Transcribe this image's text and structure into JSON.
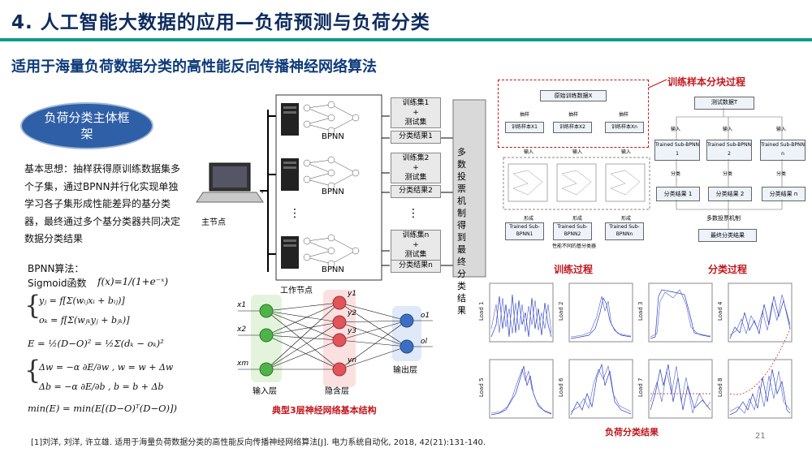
{
  "header": {
    "title": "4. 人工智能大数据的应用—负荷预测与负荷分类",
    "subtitle": "适用于海量负荷数据分类的高性能反向传播神经网络算法"
  },
  "left": {
    "oval_label": "负荷分类主体框架",
    "idea_text": "基本思想：抽样获得原训练数据集多个子集，通过BPNN并行化实现单独学习各子集形成性能差异的基分类器，最终通过多个基分类器共同决定数据分类结果",
    "bpnn_label": "BPNN算法：",
    "sigmoid_label": "Sigmoid函数",
    "sigmoid_formula": "f(x)=1/(1+e⁻ˣ)",
    "eq_y": "yⱼ = f[Σ(wᵢⱼxᵢ + bᵢⱼ)]",
    "eq_o": "oₖ = f[Σ(wⱼₖyⱼ + bⱼₖ)]",
    "eq_E": "E = ½(D−O)² = ½Σ(dₖ − oₖ)²",
    "eq_dw": "Δw = −α ∂E/∂w ,  w = w + Δw",
    "eq_db": "Δb = −α ∂E/∂b ,  b = b + Δb",
    "eq_min": "min(E) = min(E[(D−O)ᵀ(D−O)])"
  },
  "center": {
    "host_label": "主节点",
    "work_label": "工作节点",
    "bpnn": [
      "BPNN",
      "BPNN",
      "BPNN"
    ],
    "train_sets": [
      "训练集1\n+\n测试集",
      "训练集2\n+\n测试集",
      "训练集n\n+\n测试集"
    ],
    "results": [
      "分类结果1",
      "分类结果2",
      "分类结果n"
    ],
    "vote": "多数投票机制得到最终分类结果",
    "dots": "⋮"
  },
  "network": {
    "inputs": [
      "x1",
      "x2",
      "xm"
    ],
    "hidden": [
      "y1",
      "y2",
      "y3",
      "yn"
    ],
    "outputs": [
      "o1",
      "ol"
    ],
    "input_layer": "输入层",
    "hidden_layer": "隐含层",
    "output_layer": "输出层",
    "caption": "典型3层神经网络基本结构"
  },
  "right": {
    "block_title": "训练样本分块过程",
    "train_process": "训练过程",
    "classify_process": "分类过程",
    "results_caption": "负荷分类结果",
    "train_diagram": {
      "top": "原始训练数据X",
      "samples": [
        "训练样本X1",
        "训练样本X2",
        "训练样本Xn"
      ],
      "trained": [
        "Trained Sub-BPNN1",
        "Trained Sub-BPNN2",
        "Trained Sub-BPNNn"
      ],
      "sample_label": "抽样",
      "input_label": "输入",
      "form_label": "形成",
      "note": "性能不同的基分类器"
    },
    "classify_diagram": {
      "top": "测试数据T",
      "trained": [
        "Trained Sub-BPNN 1",
        "Trained Sub-BPNN 2",
        "Trained Sub-BPNN n"
      ],
      "results": [
        "分类结果 1",
        "分类结果 2",
        "分类结果 n"
      ],
      "input_label": "输入",
      "classify_label": "分类",
      "vote": "多数投票机制",
      "final": "最终分类结果"
    },
    "loads": [
      "Load 1",
      "Load 2",
      "Load 3",
      "Load 4",
      "Load 5",
      "Load 6",
      "Load 7",
      "Load 8"
    ]
  },
  "footer": {
    "citation": "[1]刘洋, 刘洋, 许立雄. 适用于海量负荷数据分类的高性能反向传播神经网络算法[J]. 电力系统自动化, 2018, 42(21):131-140.",
    "page": "21"
  },
  "colors": {
    "title": "#0d2b5e",
    "bar": "#0e9a8a",
    "accent_red": "#c0171d",
    "oval": "#2f5fa6",
    "plot_line": "#2b3fbf"
  }
}
